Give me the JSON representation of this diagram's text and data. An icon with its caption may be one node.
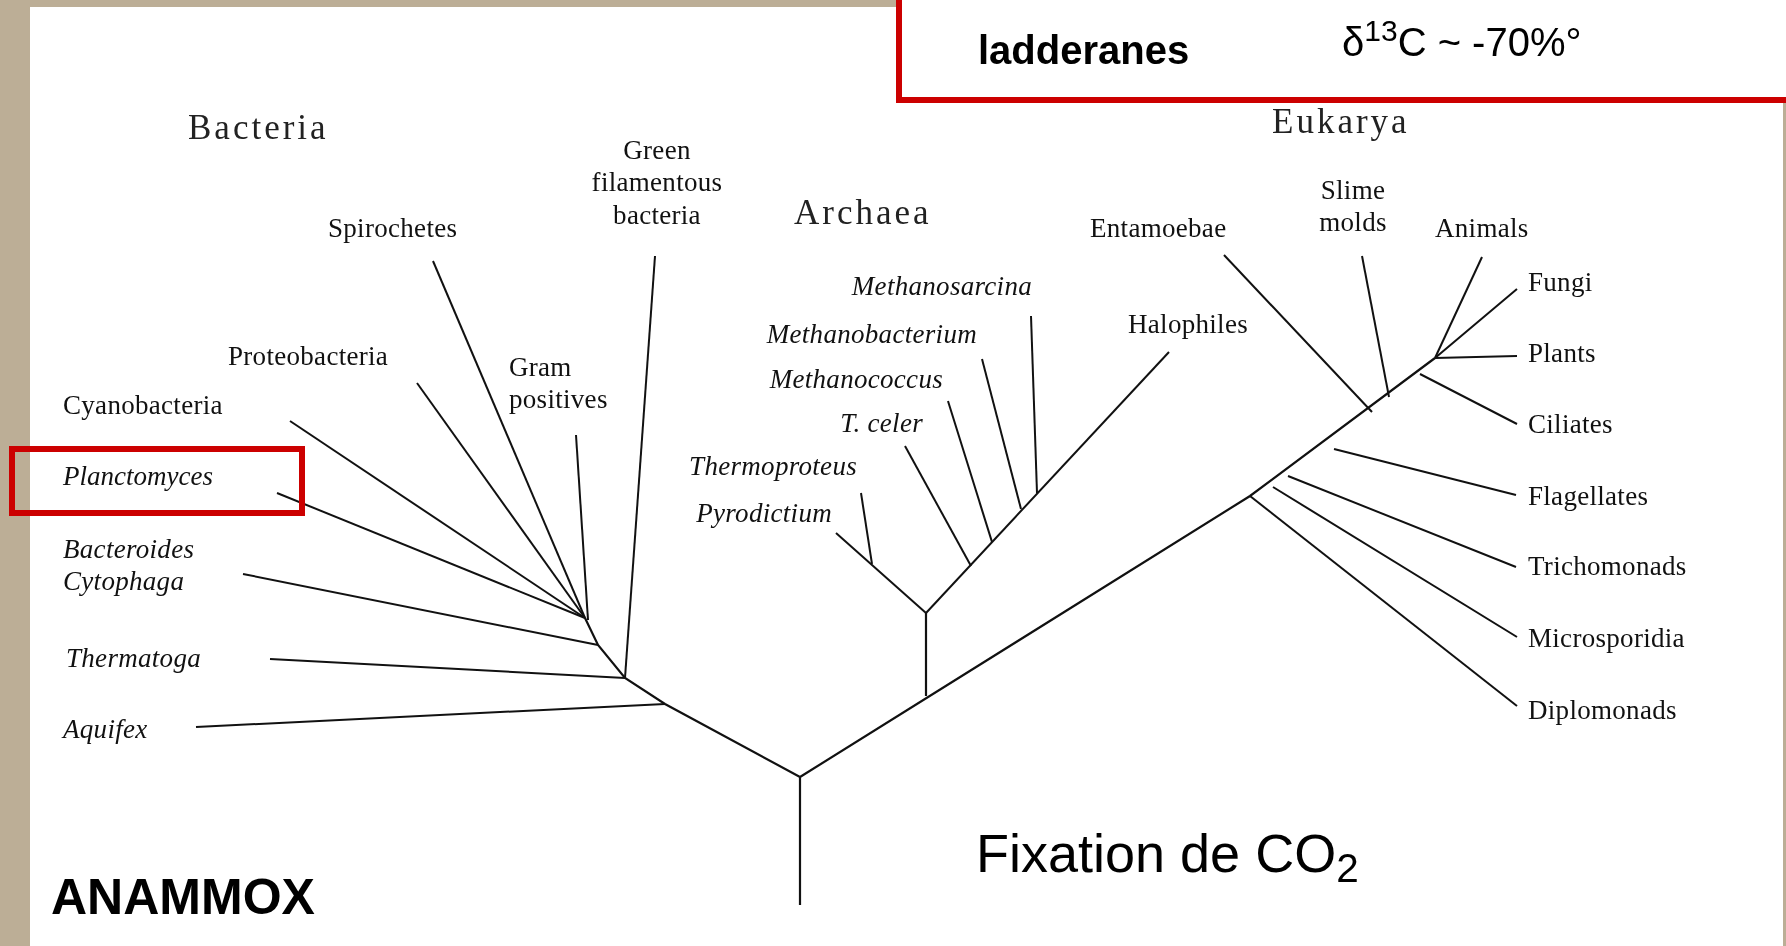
{
  "diagram": {
    "nodes": [
      {
        "text": [
          "ladderanes",
          "δ$^{13}$C ~ -70%°"
        ]
      },
      {
        "text": [
          "Green filamentous bacteria"
        ]
      },
      {
        "text": [
          "Spirochetes"
        ]
      },
      {
        "text": [
          "Entamoebae"
        ]
      },
      {
        "text": [
          "Slime molds"
        ]
      },
      {
        "text": [
          "Animals"
        ]
      },
      {
        "text": [
          "Methanosarcina"
        ]
      },
      {
        "text": [
          "Fungi"
        ]
      },
      {
        "text": [
          "Methanobacterium"
        ]
      },
      {
        "text": [
          "Halophiles"
        ]
      },
      {
        "text": [
          "Proteobacteria"
        ]
      },
      {
        "text": [
          "Gram positives"
        ]
      },
      {
        "text": [
          "Plants"
        ]
      },
      {
        "text": [
          "Methanococcus"
        ]
      },
      {
        "text": [
          "Cyanobacteria"
        ]
      },
      {
        "text": [
          "T. celer"
        ]
      },
      {
        "text": [
          "Ciliates"
        ]
      },
      {
        "text": [
          "Thermoproteus"
        ]
      },
      {
        "text": [
          "Planctomyces"
        ]
      },
      {
        "text": [
          "Flagellates"
        ]
      },
      {
        "text": [
          "Pyrodictium"
        ]
      },
      {
        "text": [
          "Bacteroides Cytophaga"
        ]
      },
      {
        "text": [
          "Trichomonads"
        ]
      },
      {
        "text": [
          "Thermatoga"
        ]
      },
      {
        "text": [
          "Microsporidia"
        ]
      },
      {
        "text": [
          "Aquifex"
        ]
      },
      {
        "text": [
          "Diplomonads"
        ]
      }
    ],
    "edges": [
      {
        "from": 1,
        "to": null,
        "arrow": "none"
      },
      {
        "from": 2,
        "to": null,
        "arrow": "none"
      },
      {
        "from": 3,
        "to": null,
        "arrow": "none"
      },
      {
        "from": 4,
        "to": null,
        "arrow": "none"
      },
      {
        "from": 5,
        "to": null,
        "arrow": "none"
      },
      {
        "from": 6,
        "to": null,
        "arrow": "none"
      },
      {
        "from": 7,
        "to": null,
        "arrow": "none"
      },
      {
        "from": 8,
        "to": null,
        "arrow": "none"
      },
      {
        "from": 9,
        "to": null,
        "arrow": "none"
      },
      {
        "from": 10,
        "to": null,
        "arrow": "none"
      },
      {
        "from": 11,
        "to": null,
        "arrow": "none"
      },
      {
        "from": 12,
        "to": null,
        "arrow": "none"
      },
      {
        "from": 13,
        "to": null,
        "arrow": "none"
      },
      {
        "from": 14,
        "to": null,
        "arrow": "none"
      },
      {
        "from": 15,
        "to": null,
        "arrow": "none"
      },
      {
        "from": 16,
        "to": null,
        "arrow": "none"
      },
      {
        "from": 17,
        "to": null,
        "arrow": "none"
      },
      {
        "from": 18,
        "to": null,
        "arrow": "none"
      },
      {
        "from": 19,
        "to": null,
        "arrow": "none"
      },
      {
        "from": 20,
        "to": null,
        "arrow": "none"
      },
      {
        "from": 21,
        "to": null,
        "arrow": "none"
      },
      {
        "from": 22,
        "to": null,
        "arrow": "none"
      },
      {
        "from": 23,
        "to": null,
        "arrow": "none"
      },
      {
        "from": 24,
        "to": null,
        "arrow": "none"
      },
      {
        "from": 25,
        "to": null,
        "arrow": "none"
      },
      {
        "from": 26,
        "to": null,
        "arrow": "none"
      }
    ],
    "labels": [
      "Bacteria",
      "Eukarya",
      "Archaea",
      "Fixation de CO$_{2}$",
      "ANAMMOX"
    ]
  }
}
